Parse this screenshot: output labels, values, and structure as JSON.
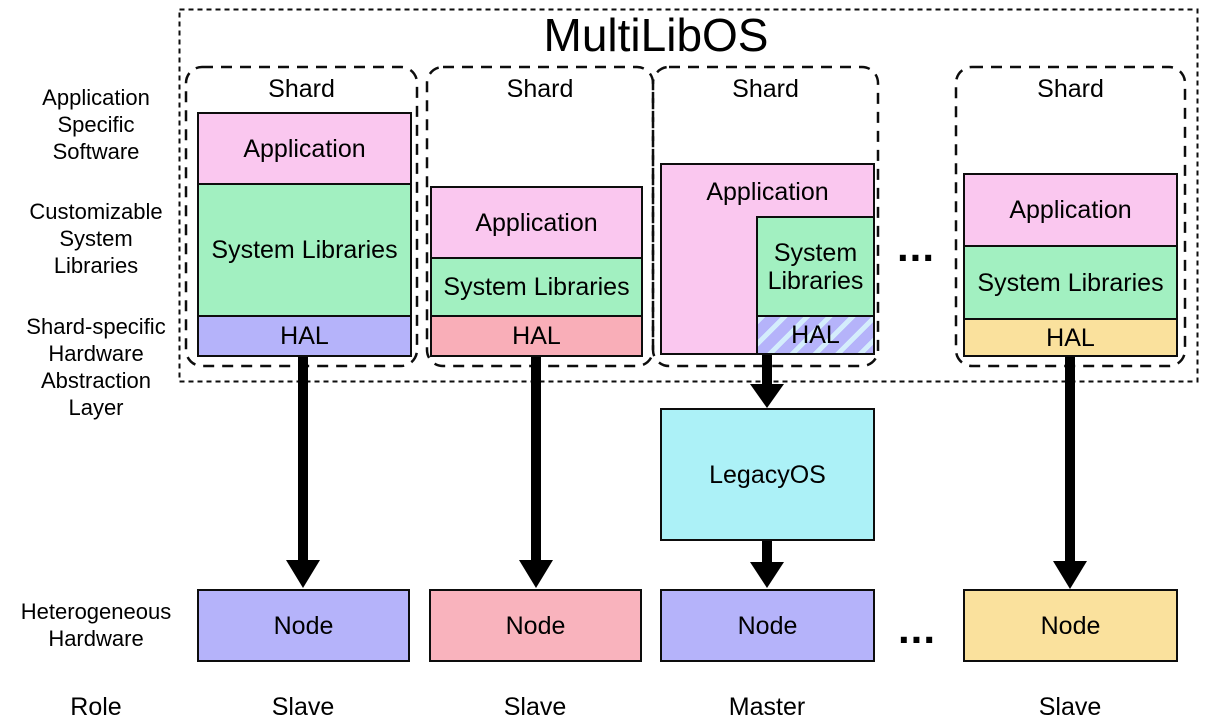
{
  "title": "MultiLibOS",
  "left_labels": {
    "software": [
      "Application",
      "Specific",
      "Software"
    ],
    "libraries": [
      "Customizable",
      "System",
      "Libraries"
    ],
    "hal": [
      "Shard-specific",
      "Hardware",
      "Abstraction",
      "Layer"
    ],
    "hardware": [
      "Heterogeneous",
      "Hardware"
    ],
    "role": "Role"
  },
  "ellipsis": "...",
  "shards": [
    {
      "label": "Shard",
      "layers": {
        "application": {
          "name": "Application",
          "color": "#FAC7EF"
        },
        "system_libraries": {
          "name": "System Libraries",
          "color": "#A2F0C1"
        },
        "hal": {
          "name": "HAL",
          "color": "#B5B3FA"
        }
      },
      "role": "Slave"
    },
    {
      "label": "Shard",
      "layers": {
        "application": {
          "name": "Application",
          "color": "#FAC7EF"
        },
        "system_libraries": {
          "name": "System Libraries",
          "color": "#A2F0C1"
        },
        "hal": {
          "name": "HAL",
          "color": "#F9AEB8"
        }
      },
      "role": "Slave"
    },
    {
      "label": "Shard",
      "layers": {
        "application": {
          "name": "Application",
          "color": "#FAC7EF"
        },
        "system_libraries": {
          "name": "System Libraries",
          "color": "#A2F0C1"
        },
        "hal": {
          "name": "HAL",
          "color": "#B5B3FA",
          "hatched": "true"
        }
      },
      "role": "Master"
    },
    {
      "label": "Shard",
      "layers": {
        "application": {
          "name": "Application",
          "color": "#FAC7EF"
        },
        "system_libraries": {
          "name": "System Libraries",
          "color": "#A2F0C1"
        },
        "hal": {
          "name": "HAL",
          "color": "#FAE19D"
        }
      },
      "role": "Slave"
    }
  ],
  "legacy_os": {
    "label": "LegacyOS",
    "color": "#ACF1F7"
  },
  "nodes": [
    {
      "label": "Node",
      "color": "#B5B3FA"
    },
    {
      "label": "Node",
      "color": "#F9B3BD"
    },
    {
      "label": "Node",
      "color": "#B5B3FA"
    },
    {
      "label": "Node",
      "color": "#FAE19D"
    }
  ]
}
